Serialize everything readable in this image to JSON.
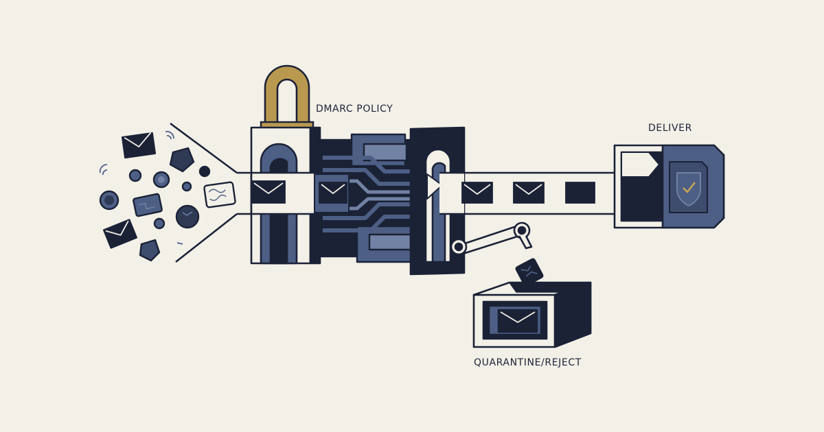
{
  "labels": {
    "policy": "DMARC POLICY",
    "deliver": "DELIVER",
    "quarantine": "QUARANTINE/REJECT"
  },
  "colors": {
    "background": "#f3f0e8",
    "navy": "#1b2236",
    "slate": "#4d5f85",
    "slate_light": "#7182a4",
    "cream": "#f3f0e8",
    "gold": "#b9994f",
    "check": "#c9a85a"
  },
  "icons": {
    "lock": "padlock-icon",
    "shield": "shield-check-icon",
    "mail": "envelope-icon",
    "arm": "robotic-arm-icon"
  }
}
